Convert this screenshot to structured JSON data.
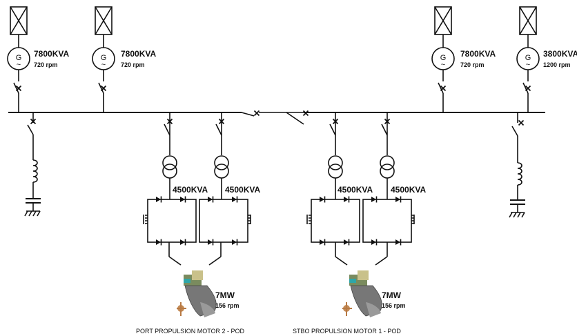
{
  "generators": [
    {
      "rating": "7800KVA",
      "speed": "720 rpm",
      "symbol": "G",
      "tilde": "~"
    },
    {
      "rating": "7800KVA",
      "speed": "720 rpm",
      "symbol": "G",
      "tilde": "~"
    },
    {
      "rating": "7800KVA",
      "speed": "720 rpm",
      "symbol": "G",
      "tilde": "~"
    },
    {
      "rating": "3800KVA",
      "speed": "1200 rpm",
      "symbol": "G",
      "tilde": "~"
    }
  ],
  "transformers": [
    "4500KVA",
    "4500KVA",
    "4500KVA",
    "4500KVA"
  ],
  "motors": [
    {
      "power": "7MW",
      "speed": "156 rpm",
      "caption": "PORT PROPULSION MOTOR 2 - POD"
    },
    {
      "power": "7MW",
      "speed": "156 rpm",
      "caption": "STBO PROPULSION MOTOR 1 - POD"
    }
  ]
}
